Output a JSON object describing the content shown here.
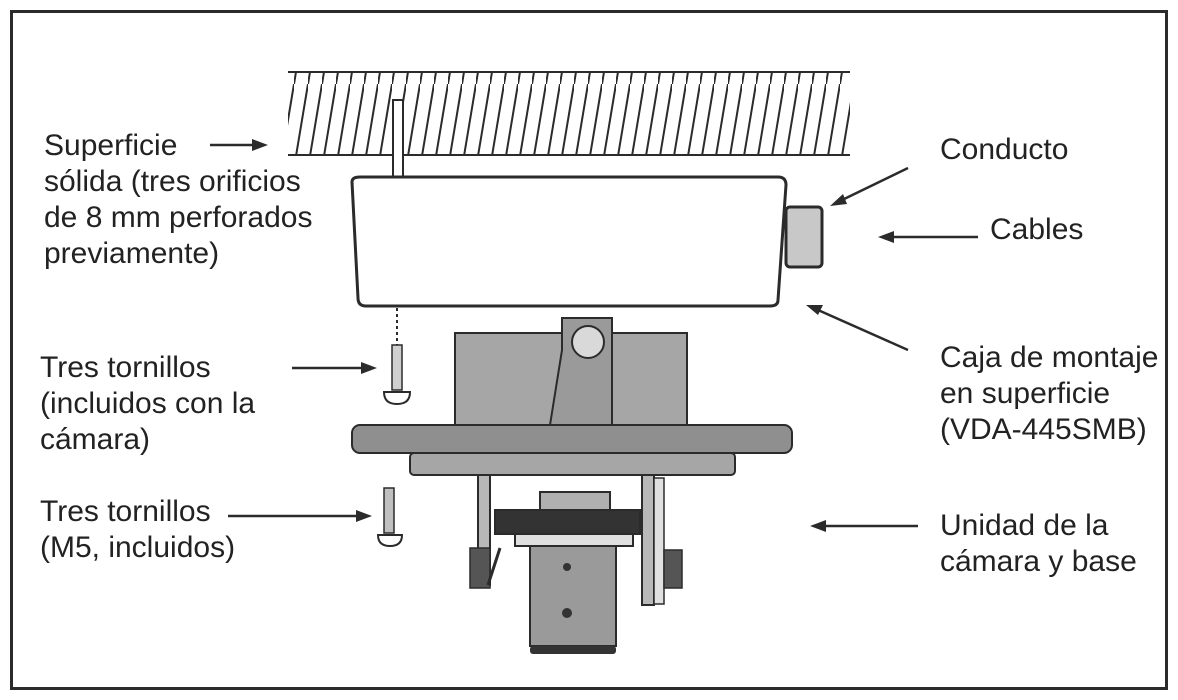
{
  "labels": {
    "surface": "Superficie\nsólida (tres orificios\nde 8 mm perforados\npreviamente)",
    "conduit": "Conducto",
    "cables": "Cables",
    "mount_box": "Caja de montaje\nen superficie\n(VDA-445SMB)",
    "screws_camera": "Tres tornillos\n(incluidos con la\ncámara)",
    "screws_m5": "Tres tornillos\n(M5, incluidos)",
    "camera_unit": "Unidad de la\ncámara y base"
  },
  "colors": {
    "line": "#2b2b2b",
    "box_fill": "#ffffff",
    "plate_fill": "#8f8f8f",
    "bracket_fill": "#a6a6a6",
    "dark_fill": "#333333",
    "light_fill": "#d0d0d0"
  }
}
